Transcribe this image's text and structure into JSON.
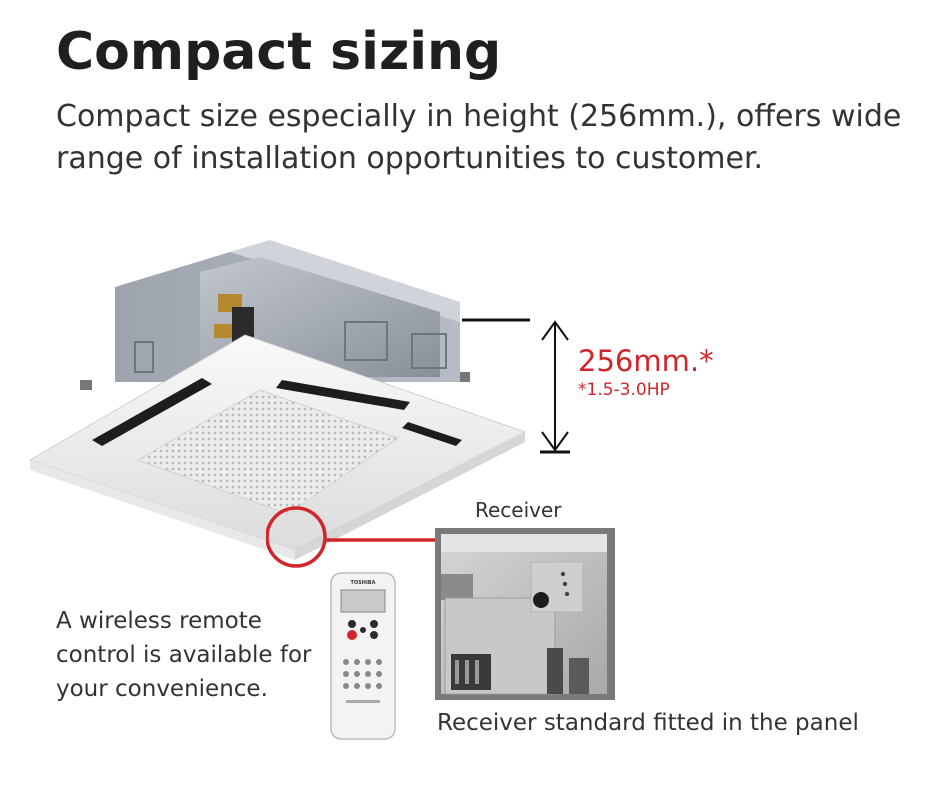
{
  "header": {
    "title": "Compact sizing",
    "subtitle": "Compact size especially in height (256mm.), offers wide range of installation opportunities to customer."
  },
  "dimension": {
    "height": "256mm.*",
    "note": "*1.5-3.0HP"
  },
  "receiver": {
    "label": "Receiver",
    "caption": "Receiver standard fitted in the panel"
  },
  "remote": {
    "description": "A wireless remote control is available for your convenience.",
    "brand": "TOSHIBA"
  },
  "colors": {
    "accent": "#d0262b",
    "text": "#333333",
    "heading": "#1f1f1f"
  }
}
